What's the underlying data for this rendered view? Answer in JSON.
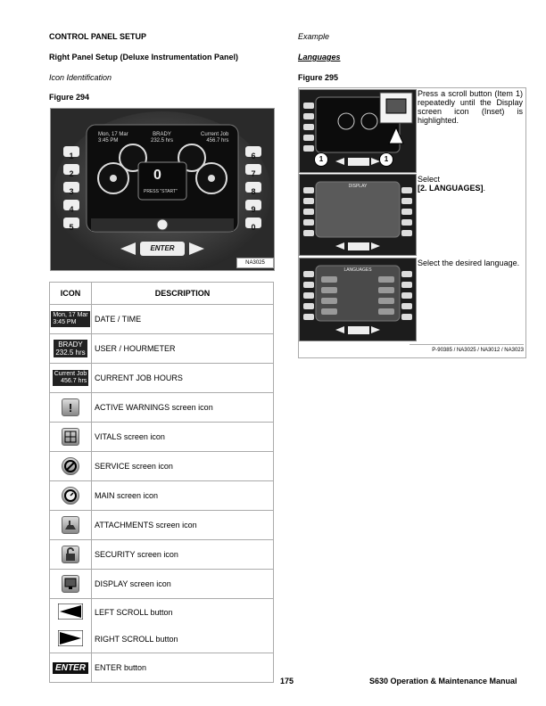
{
  "left": {
    "section_title": "CONTROL PANEL SETUP",
    "subsection_title": "Right Panel Setup (Deluxe Instrumentation Panel)",
    "icon_heading": "Icon Identification",
    "figure_label": "Figure 294",
    "panel": {
      "date": "Mon, 17 Mar",
      "time": "3:45 PM",
      "user": "BRADY",
      "hours": "232.5 hrs",
      "job_label": "Current Job",
      "job_hours": "456.7 hrs",
      "center_value": "0",
      "press_start": "PRESS \"START\"",
      "enter": "ENTER",
      "left_keys": [
        "1",
        "2",
        "3",
        "4",
        "5"
      ],
      "right_keys": [
        "6",
        "7",
        "8",
        "9",
        "0"
      ],
      "ref_code": "NA3025"
    }
  },
  "table": {
    "col_icon": "ICON",
    "col_desc": "DESCRIPTION",
    "rows": [
      {
        "desc": "DATE / TIME",
        "icon_text": [
          "Mon, 17 Mar",
          "3:45 PM"
        ]
      },
      {
        "desc": "USER / HOURMETER",
        "icon_text": [
          "BRADY",
          "232.5 hrs"
        ]
      },
      {
        "desc": "CURRENT JOB HOURS",
        "icon_text": [
          "Current Job",
          "456.7 hrs"
        ]
      },
      {
        "desc": "ACTIVE WARNINGS screen icon",
        "icon": "warning-icon"
      },
      {
        "desc": "VITALS screen icon",
        "icon": "vitals-icon"
      },
      {
        "desc": "SERVICE screen icon",
        "icon": "service-icon"
      },
      {
        "desc": "MAIN screen icon",
        "icon": "main-gauge-icon"
      },
      {
        "desc": "ATTACHMENTS screen icon",
        "icon": "attachments-icon"
      },
      {
        "desc": "SECURITY screen icon",
        "icon": "padlock-icon"
      },
      {
        "desc": "DISPLAY screen icon",
        "icon": "display-monitor-icon"
      },
      {
        "desc": "LEFT SCROLL button",
        "icon": "left-scroll-icon"
      },
      {
        "desc": "RIGHT SCROLL button",
        "icon": "right-scroll-icon"
      },
      {
        "desc": "ENTER button",
        "icon_text": [
          "ENTER"
        ]
      }
    ]
  },
  "right": {
    "example": "Example",
    "languages": "Languages",
    "figure_label": "Figure 295",
    "step1": "Press a scroll button (Item 1) repeatedly until the Display screen icon (Inset) is highlighted.",
    "callout": "1",
    "step2_pre": "Select",
    "step2_bold": "[2. LANGUAGES]",
    "step2_post": ".",
    "step3": "Select the desired language.",
    "screen2_title": "DISPLAY",
    "screen3_title": "LANGUAGES",
    "codes": "P-90385 / NA3025 / NA3012 / NA3023"
  },
  "footer": {
    "page_number": "175",
    "manual_title": "S630 Operation & Maintenance Manual"
  }
}
